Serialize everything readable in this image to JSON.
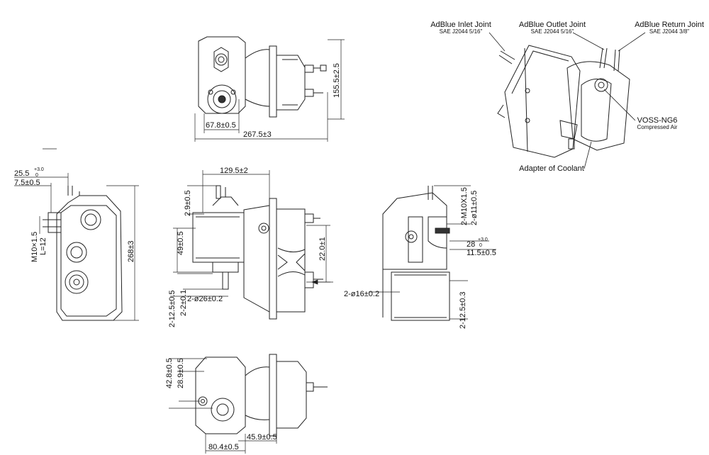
{
  "callouts": {
    "inlet": {
      "title": "AdBlue Inlet Joint",
      "spec": "SAE J2044 5/16\""
    },
    "outlet": {
      "title": "AdBlue Outlet Joint",
      "spec": "SAE J2044 5/16\""
    },
    "return": {
      "title": "AdBlue Return Joint",
      "spec": "SAE J2044 3/8\""
    },
    "voss": {
      "title": "VOSS-NG6",
      "spec": "Compressed Air"
    },
    "coolant": {
      "title": "Adapter of Coolant"
    }
  },
  "dimensions": {
    "top_67_8": "67.8±0.5",
    "top_267_5": "267.5±3",
    "top_155_5": "155.5±2.5",
    "left_25_5": "25.5",
    "left_25_5_tol_plus": "+3.0",
    "left_25_5_tol_zero": "0",
    "left_7_5": "7.5±0.5",
    "left_m10": "M10×1.5",
    "left_l12": "L=12",
    "left_268": "268±3",
    "front_129_5": "129.5±2",
    "front_2_9": "2.9±0.5",
    "front_49": "49±0.5",
    "front_22": "22.0±1",
    "front_12_5": "2-12.5±0.5",
    "front_2_m1": "2-2±0.1",
    "front_26": "2-ø26±0.2",
    "right_m10": "2-M10X1.5",
    "right_11": "2-ø11±0.5",
    "right_28": "28",
    "right_28_tol_plus": "+3.0",
    "right_28_tol_zero": "0",
    "right_11_5": "11.5±0.5",
    "right_16": "2-ø16±0.2",
    "right_12_5": "2-12.5±0.3",
    "bottom_42_8": "42.8±0.5",
    "bottom_28_9": "28.9±0.5",
    "bottom_45_9": "45.9±0.5",
    "bottom_80_4": "80.4±0.5"
  }
}
